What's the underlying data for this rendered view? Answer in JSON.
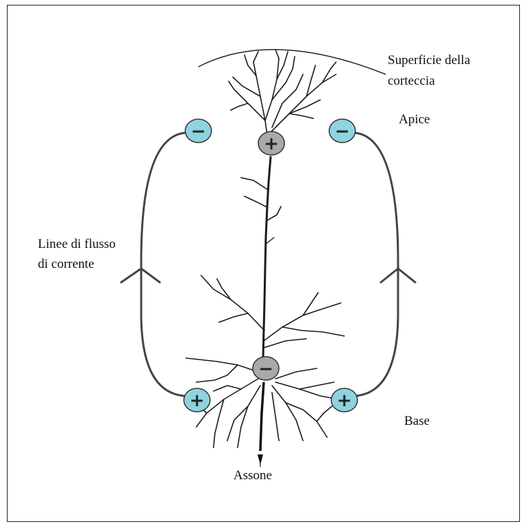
{
  "labels": {
    "surface_line1": "Superficie della",
    "surface_line2": "corteccia",
    "apex": "Apice",
    "flow_line1": "Linee di flusso",
    "flow_line2": "di corrente",
    "base": "Base",
    "axon": "Assone"
  },
  "charges": {
    "minus": "−",
    "plus": "+"
  },
  "colors": {
    "outer_charge_fill": "#8fd3df",
    "neuron_charge_fill": "#a9a9a9",
    "stroke": "#333333",
    "neuron": "#1a1a1a"
  }
}
